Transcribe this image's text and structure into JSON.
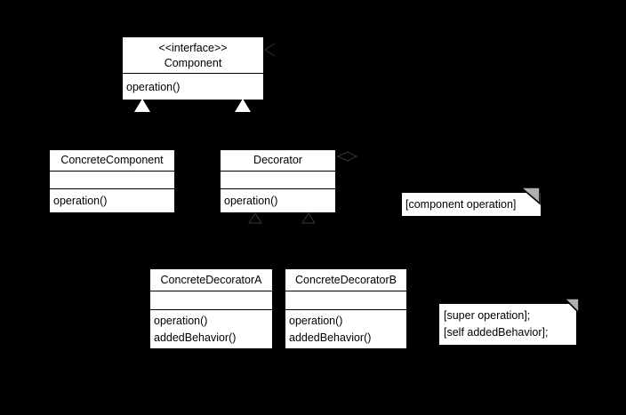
{
  "diagram": {
    "kind": "uml-class-diagram",
    "pattern": "Decorator",
    "background_color": "#000000",
    "classes": [
      {
        "id": "component",
        "stereotype": "<<interface>>",
        "name": "Component",
        "operations": [
          "operation()"
        ]
      },
      {
        "id": "concrete-component",
        "stereotype": "",
        "name": "ConcreteComponent",
        "operations": [
          "operation()"
        ]
      },
      {
        "id": "decorator",
        "stereotype": "",
        "name": "Decorator",
        "operations": [
          "operation()"
        ]
      },
      {
        "id": "concrete-decorator-a",
        "stereotype": "",
        "name": "ConcreteDecoratorA",
        "operations": [
          "operation()",
          "addedBehavior()"
        ]
      },
      {
        "id": "concrete-decorator-b",
        "stereotype": "",
        "name": "ConcreteDecoratorB",
        "operations": [
          "operation()",
          "addedBehavior()"
        ]
      }
    ],
    "notes": [
      {
        "id": "note-component-operation",
        "line1": "[component operation]",
        "line2": ""
      },
      {
        "id": "note-decorator-behavior",
        "line1": "[super operation];",
        "line2": "[self addedBehavior];"
      }
    ],
    "relationships": [
      {
        "type": "realization",
        "from": "ConcreteComponent",
        "to": "Component"
      },
      {
        "type": "realization",
        "from": "Decorator",
        "to": "Component"
      },
      {
        "type": "generalization",
        "from": "ConcreteDecoratorA",
        "to": "Decorator"
      },
      {
        "type": "generalization",
        "from": "ConcreteDecoratorB",
        "to": "Decorator"
      },
      {
        "type": "aggregation",
        "from": "Decorator",
        "to": "Component"
      }
    ],
    "colors": {
      "box_bg": "#ffffff",
      "box_text": "#000000",
      "inheritance_arrow": "#ffffff",
      "faint_shape_stroke": "#383838",
      "note_fold": "#b0b0b0"
    }
  }
}
